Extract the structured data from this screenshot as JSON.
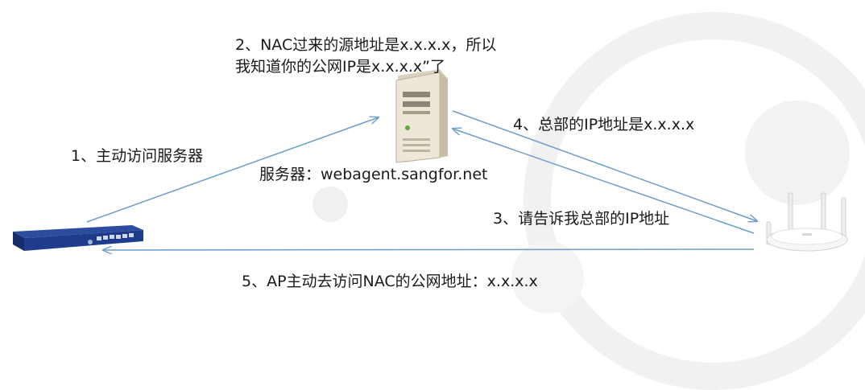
{
  "diagram": {
    "labels": {
      "step2_line1": "2、NAC过来的源地址是x.x.x.x，所以",
      "step2_line2": "我知道你的公网IP是x.x.x.x”了",
      "step1": "1、主动访问服务器",
      "server": "服务器：webagent.sangfor.net",
      "step4": "4、总部的IP地址是x.x.x.x",
      "step3": "3、请告诉我总部的IP地址",
      "step5": "5、AP主动去访问NAC的公网地址：x.x.x.x"
    },
    "devices": [
      "nac-appliance",
      "server-tower",
      "wireless-ap"
    ],
    "colors": {
      "arrow": "#6d9dcc",
      "appliance": "#1f3c8c",
      "server_body": "#ece7d6",
      "ap_body": "#f3f3f3"
    }
  }
}
